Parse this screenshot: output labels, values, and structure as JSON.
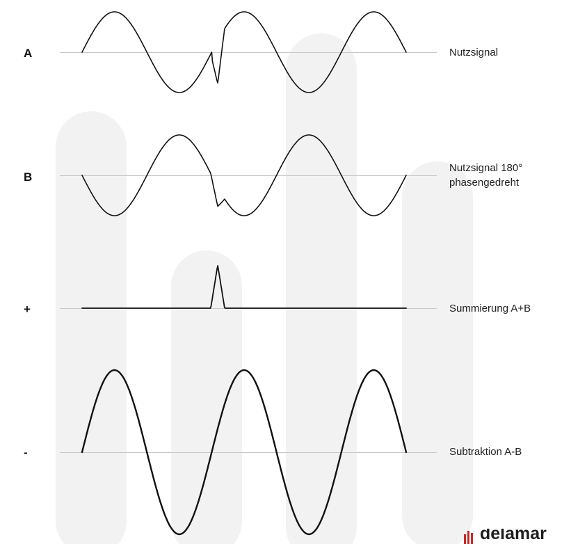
{
  "rows": [
    {
      "marker": "A",
      "label": "Nutzsignal"
    },
    {
      "marker": "B",
      "label_line1": "Nutzsignal 180°",
      "label_line2": "phasengedreht"
    },
    {
      "marker": "+",
      "label": "Summierung A+B"
    },
    {
      "marker": "-",
      "label": "Subtraktion A-B"
    }
  ],
  "logo": {
    "text": "delamar",
    "accent_color": "#c62828"
  },
  "colors": {
    "wave": "#111111",
    "baseline": "#c8c8c8",
    "background_shapes": "#f1f1f1"
  }
}
